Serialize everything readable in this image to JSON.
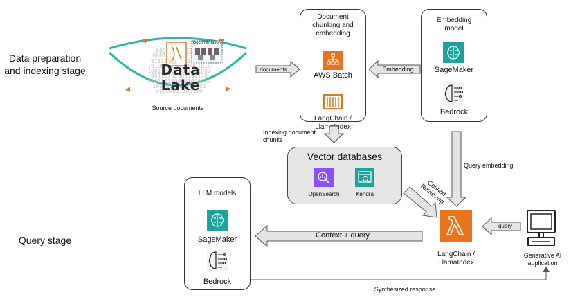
{
  "stages": {
    "prep": "Data preparation\nand indexing stage",
    "query": "Query stage"
  },
  "data_lake": {
    "title": "Data Lake",
    "caption": "Source documents",
    "doc_label": "Documentation",
    "binary_rows": [
      "00001000111110",
      "0001000100101010",
      "01111001101110101",
      "1010011110100001010",
      "1001110001001101001",
      "00110101001100110",
      "0101111000011000010",
      "1000010011000101",
      "00001011101110"
    ]
  },
  "chunking": {
    "title": "Document\nchunking and\nembedding",
    "batch_label": "AWS Batch",
    "langchain_label": "LangChain /\nLlamaIndex"
  },
  "embedding_model": {
    "title": "Embedding\nmodel",
    "sagemaker_label": "SageMaker",
    "bedrock_label": "Bedrock"
  },
  "vector_db": {
    "title": "Vector databases",
    "opensearch_label": "OpenSearch",
    "kendra_label": "Kendra"
  },
  "llm_models": {
    "title": "LLM models",
    "sagemaker_label": "SageMaker",
    "bedrock_label": "Bedrock"
  },
  "lambda_node": {
    "label": "LangChain /\nLlamaIndex"
  },
  "app": {
    "label": "Generative AI\napplication"
  },
  "arrows": {
    "documents": "documents",
    "embedding": "Embedding",
    "indexing": "Indexing document\nchunks",
    "query_embedding": "Query embedding",
    "context_retrieving": "Context\nRetrieving",
    "query": "query",
    "context_query": "Context + query",
    "synthesized": "Synthesized response"
  },
  "colors": {
    "aws_orange": "#e8731c",
    "ml_teal": "#1ba39c",
    "analytics_purple": "#8c4fff",
    "arrow_fill": "#e4e4e4",
    "arrow_stroke": "#555555"
  },
  "icons": {
    "aws_batch": "aws-batch-icon",
    "langchain": "container-icon",
    "sagemaker": "brain-icon",
    "bedrock": "bedrock-brain-icon",
    "opensearch": "opensearch-icon",
    "kendra": "kendra-icon",
    "lambda": "lambda-icon",
    "app": "computer-icon"
  }
}
